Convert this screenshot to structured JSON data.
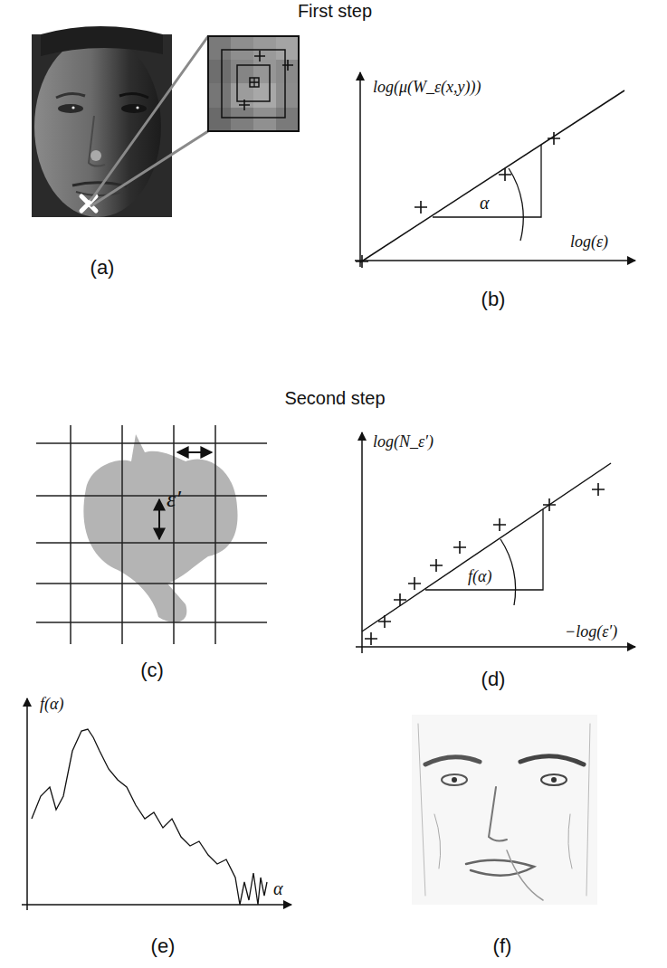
{
  "diagram": {
    "labels": [
      "First step",
      "log(μ(W_ε(x,y)))",
      "α",
      "log(ε)",
      "(a)",
      "(b)",
      "Second step",
      "ε′",
      "log(N_ε′)",
      "f(α)",
      "−log(ε′)",
      "(c)",
      "(d)",
      "f(α)",
      "α",
      "(e)",
      "(f)"
    ]
  }
}
